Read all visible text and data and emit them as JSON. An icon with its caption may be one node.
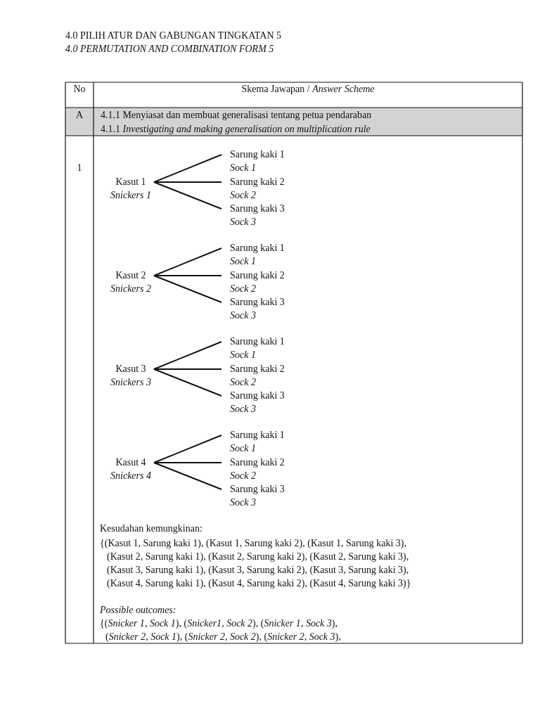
{
  "diagram": {
    "nodes": [
      {
        "text": [
          "Kasut 1",
          "Snickers 1"
        ]
      },
      {
        "text": [
          "Sarung kaki 1",
          "Sock 1"
        ]
      },
      {
        "text": [
          "Sarung kaki 2",
          "Sock 2"
        ]
      },
      {
        "text": [
          "Sarung kaki 3",
          "Sock 3"
        ]
      },
      {
        "text": [
          "Kasut 2",
          "Snickers 2"
        ]
      },
      {
        "text": [
          "Sarung kaki 1",
          "Sock 1"
        ]
      },
      {
        "text": [
          "Sarung kaki 2",
          "Sock 2"
        ]
      },
      {
        "text": [
          "Sarung kaki 3",
          "Sock 3"
        ]
      },
      {
        "text": [
          "Kasut 3",
          "Snickers 3"
        ]
      },
      {
        "text": [
          "Sarung kaki 1",
          "Sock 1"
        ]
      },
      {
        "text": [
          "Sarung kaki 2",
          "Sock 2"
        ]
      },
      {
        "text": [
          "Sarung kaki 3",
          "Sock 3"
        ]
      },
      {
        "text": [
          "Kasut 4",
          "Snickers 4"
        ]
      },
      {
        "text": [
          "Sarung kaki 1",
          "Sock 1"
        ]
      },
      {
        "text": [
          "Sarung kaki 2",
          "Sock 2"
        ]
      },
      {
        "text": [
          "Sarung kaki 3",
          "Sock 3"
        ]
      }
    ],
    "edges": [
      {
        "from": 0,
        "to": 1,
        "arrow": "none"
      },
      {
        "from": 0,
        "to": 2,
        "arrow": "none"
      },
      {
        "from": 0,
        "to": 3,
        "arrow": "none"
      },
      {
        "from": 4,
        "to": 5,
        "arrow": "none"
      },
      {
        "from": 4,
        "to": 6,
        "arrow": "none"
      },
      {
        "from": 4,
        "to": 7,
        "arrow": "none"
      },
      {
        "from": 8,
        "to": 9,
        "arrow": "none"
      },
      {
        "from": 8,
        "to": 10,
        "arrow": "none"
      },
      {
        "from": 8,
        "to": 11,
        "arrow": "none"
      },
      {
        "from": 12,
        "to": 13,
        "arrow": "none"
      },
      {
        "from": 12,
        "to": 14,
        "arrow": "none"
      },
      {
        "from": 12,
        "to": 15,
        "arrow": "none"
      }
    ],
    "labels": [
      "4.0 PILIH ATUR DAN GABUNGAN TINGKATAN 5",
      "4.0 PERMUTATION AND COMBINATION FORM 5",
      "No",
      "Skema Jawapan / *Answer Scheme*",
      "A",
      "4.1.1 Menyiasat dan membuat generalisasi tentang petua pendaraban",
      "4.1.1 *Investigating and making generalisation on multiplication rule*",
      "1",
      "Kesudahan kemungkinan:",
      "{(Kasut 1, Sarung kaki 1), (Kasut 1, Sarung kaki 2), (Kasut 1, Sarung kaki 3),",
      "(Kasut 2, Sarung kaki 1), (Kasut 2, Sarung kaki 2), (Kasut 2, Sarung kaki 3),",
      "(Kasut 3, Sarung kaki 1), (Kasut 3, Sarung kaki 2), (Kasut 3, Sarung kaki 3),",
      "(Kasut 4, Sarung kaki 1), (Kasut 4, Sarung kaki 2), (Kasut 4, Sarung kaki 3)}",
      "Possible outcomes:",
      "{(*Snicker 1*, *Sock 1*), (*Snicker1*, *Sock 2*), (*Snicker 1*, *Sock 3*),",
      "(*Snicker 2*, *Sock 1*), (*Snicker 2*, *Sock 2*), (*Snicker 2*, *Sock 3*),"
    ]
  }
}
